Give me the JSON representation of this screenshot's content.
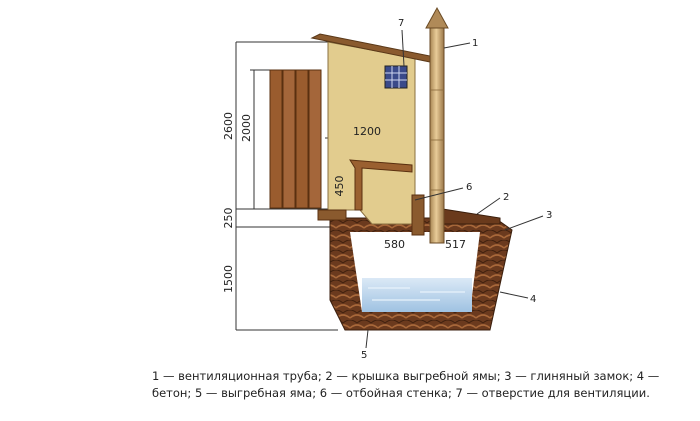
{
  "dimensions": {
    "d2600": "2600",
    "d2000": "2000",
    "d1200": "1200",
    "d450": "450",
    "d250": "250",
    "d1500": "1500",
    "d580": "580",
    "d517": "517"
  },
  "callouts": {
    "c1": "1",
    "c2": "2",
    "c3": "3",
    "c4": "4",
    "c5": "5",
    "c6": "6",
    "c7": "7"
  },
  "caption": "1 — вентиляционная труба; 2 — крышка выгребной ямы; 3 — глиняный замок; 4 — бетон; 5 — выгребная яма; 6 — отбойная стенка; 7 — отверстие для вентиляции.",
  "colors": {
    "wall": "#e2cc8e",
    "roof": "#8a5a2e",
    "door": "#9a5c2e",
    "pipe": "#c8a46e",
    "soil": "#6b3a1e",
    "water": "#b8d4ec"
  }
}
